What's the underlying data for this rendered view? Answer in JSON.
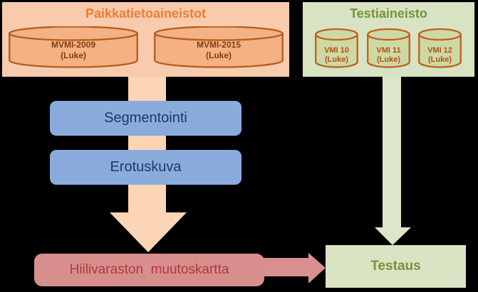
{
  "geo": {
    "title": "Paikkatietoaineistot",
    "cylinders": [
      {
        "line1": "MVMI-2009",
        "line2": "(Luke)"
      },
      {
        "line1": "MVMI-2015",
        "line2": "(Luke)"
      }
    ]
  },
  "test": {
    "title": "Testiaineisto",
    "cylinders": [
      {
        "line1": "VMI 10",
        "line2": "(Luke)"
      },
      {
        "line1": "VMI 11",
        "line2": "(Luke)"
      },
      {
        "line1": "VMI 12",
        "line2": "(Luke)"
      }
    ]
  },
  "steps": [
    "Segmentointi",
    "Erotuskuva"
  ],
  "output": {
    "label": "Hiilivaraston  muutoskartta"
  },
  "testing": {
    "label": "Testaus"
  },
  "colors": {
    "background": "#000000",
    "orange_group_bg": "#F8CBAD",
    "orange_title": "#ED7D31",
    "orange_cyl_fill": "#F4B183",
    "orange_cyl_stroke": "#B45C1D",
    "orange_cyl_text": "#843C0C",
    "orange_arrow": "#FBD5B5",
    "green_group_bg": "#D7E3C2",
    "green_title": "#76933C",
    "green_cyl_fill": "#CDD9A5",
    "green_cyl_stroke": "#C05E1C",
    "green_cyl_text": "#B5500E",
    "green_arrow": "#DCE6C8",
    "blue_box_fill": "#8AACDD",
    "blue_box_text": "#1F3864",
    "pink_box_fill": "#D98E8E",
    "pink_box_text": "#AE3B3B",
    "pink_arrow": "#D98F8F",
    "testaus_fill": "#DAE3C3"
  }
}
